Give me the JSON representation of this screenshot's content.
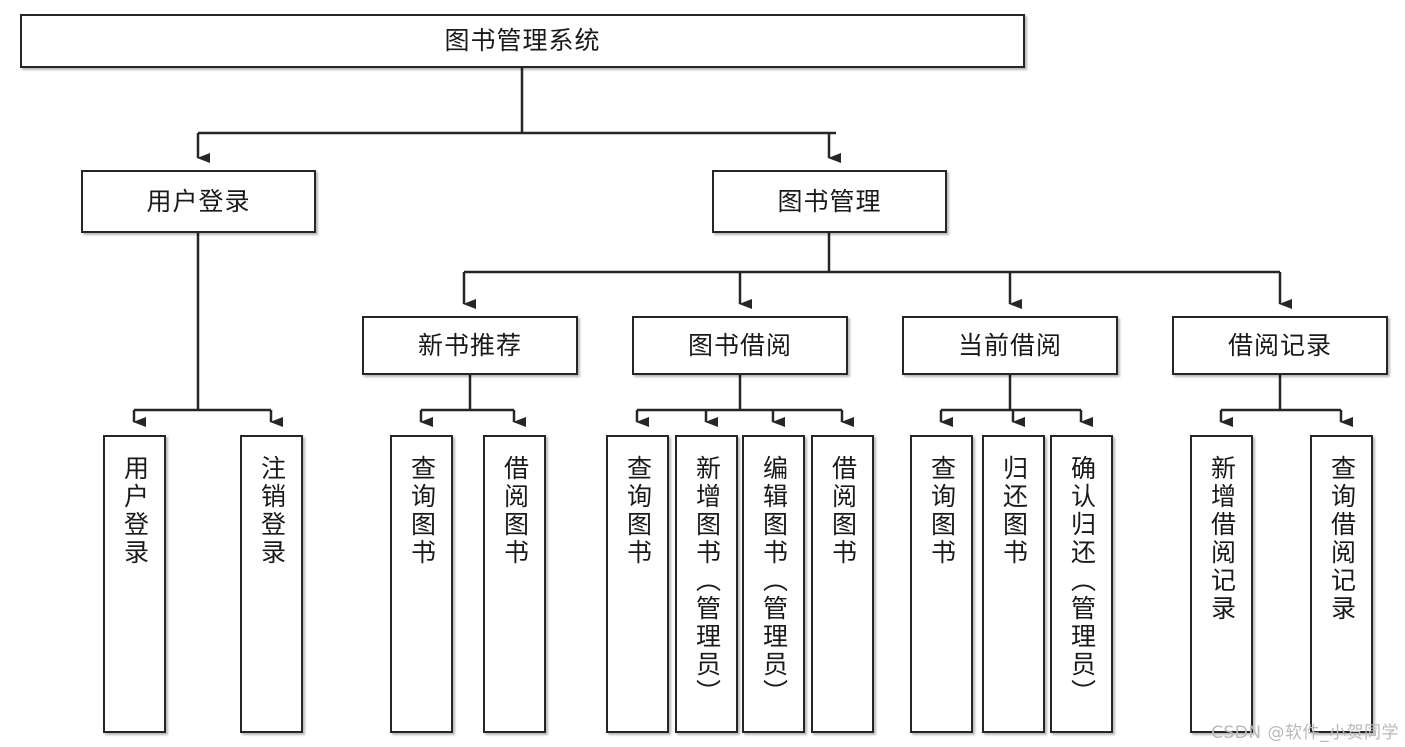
{
  "diagram": {
    "title": "图书管理系统",
    "type": "hierarchy-tree",
    "root": {
      "id": "root",
      "label": "图书管理系统"
    },
    "level2": [
      {
        "id": "login",
        "label": "用户登录"
      },
      {
        "id": "bookmgmt",
        "label": "图书管理"
      }
    ],
    "level3": [
      {
        "id": "newbook",
        "label": "新书推荐",
        "parent": "bookmgmt"
      },
      {
        "id": "borrow",
        "label": "图书借阅",
        "parent": "bookmgmt"
      },
      {
        "id": "current",
        "label": "当前借阅",
        "parent": "bookmgmt"
      },
      {
        "id": "record",
        "label": "借阅记录",
        "parent": "bookmgmt"
      }
    ],
    "leaves": [
      {
        "id": "leaf-0",
        "label": "用户登录",
        "parent": "login"
      },
      {
        "id": "leaf-1",
        "label": "注销登录",
        "parent": "login"
      },
      {
        "id": "leaf-2",
        "label": "查询图书",
        "parent": "newbook"
      },
      {
        "id": "leaf-3",
        "label": "借阅图书",
        "parent": "newbook"
      },
      {
        "id": "leaf-4",
        "label": "查询图书",
        "parent": "borrow"
      },
      {
        "id": "leaf-5",
        "label": "新增图书（管理员）",
        "parent": "borrow"
      },
      {
        "id": "leaf-6",
        "label": "编辑图书（管理员）",
        "parent": "borrow"
      },
      {
        "id": "leaf-7",
        "label": "借阅图书",
        "parent": "borrow"
      },
      {
        "id": "leaf-8",
        "label": "查询图书",
        "parent": "current"
      },
      {
        "id": "leaf-9",
        "label": "归还图书",
        "parent": "current"
      },
      {
        "id": "leaf-10",
        "label": "确认归还（管理员）",
        "parent": "current"
      },
      {
        "id": "leaf-11",
        "label": "新增借阅记录",
        "parent": "record"
      },
      {
        "id": "leaf-12",
        "label": "查询借阅记录",
        "parent": "record"
      }
    ]
  },
  "watermark": {
    "text": "CSDN @软件_小贺同学"
  },
  "colors": {
    "box_border": "#262626",
    "box_fill": "#ffffff",
    "line": "#262626",
    "text": "#1a1a1a",
    "watermark": "#b9b9b9",
    "background": "#ffffff"
  }
}
